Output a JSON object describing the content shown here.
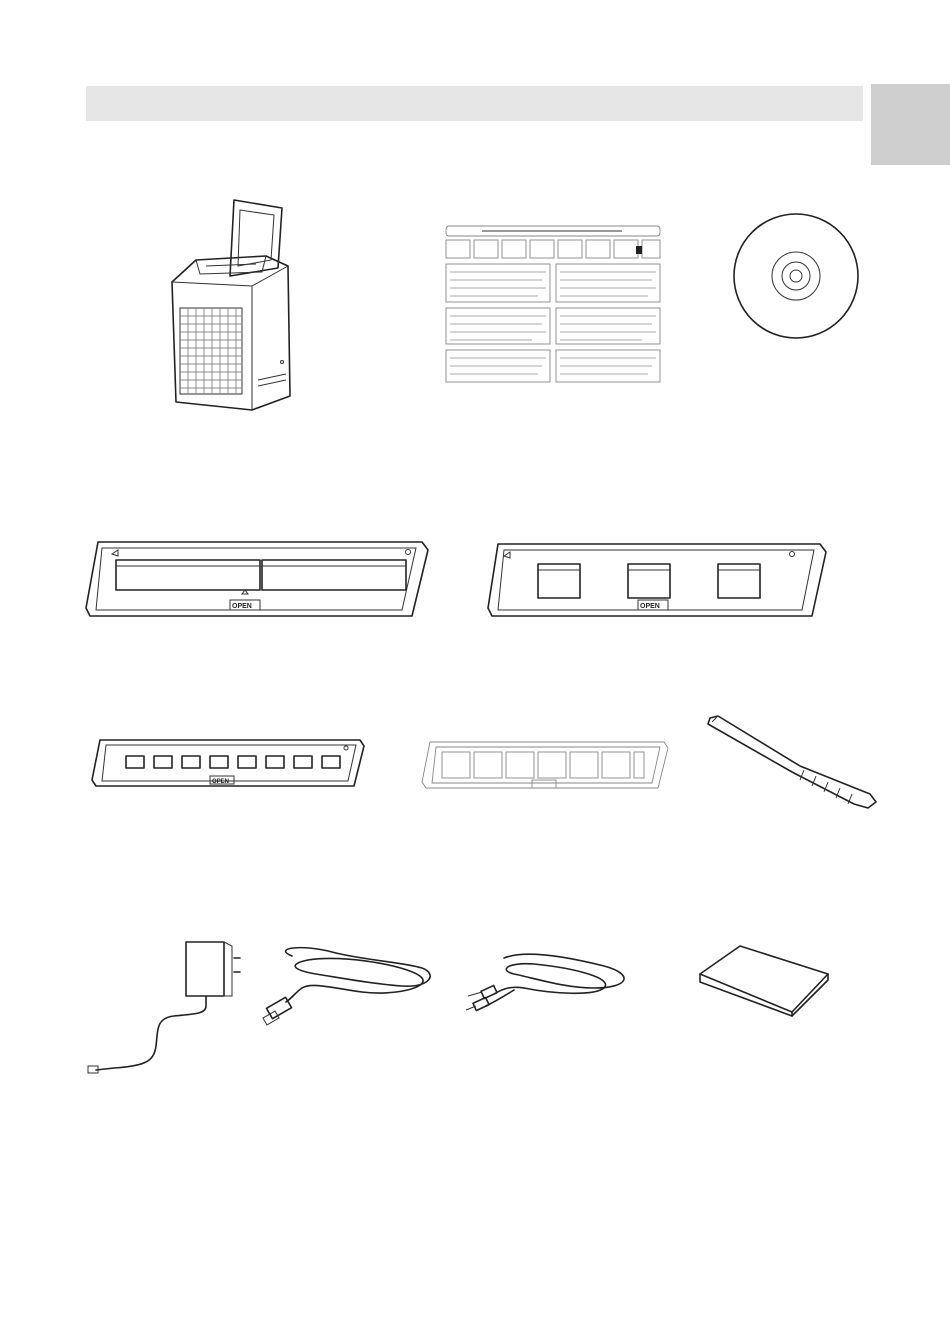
{
  "header": {
    "title": ""
  },
  "items": [
    {
      "id": "scanner",
      "icon": "film-scanner-icon"
    },
    {
      "id": "guide",
      "icon": "quick-start-guide-icon"
    },
    {
      "id": "cd",
      "icon": "cd-rom-icon"
    },
    {
      "id": "holder-negative",
      "icon": "negative-film-holder-icon",
      "tab_label": "OPEN"
    },
    {
      "id": "holder-slide",
      "icon": "slide-holder-icon",
      "tab_label": "OPEN"
    },
    {
      "id": "holder-110",
      "icon": "110-film-holder-icon",
      "tab_label": "OPEN"
    },
    {
      "id": "holder-126",
      "icon": "126-film-holder-icon"
    },
    {
      "id": "brush",
      "icon": "cleaning-brush-icon"
    },
    {
      "id": "adapter",
      "icon": "ac-adapter-icon"
    },
    {
      "id": "usb-cable",
      "icon": "usb-cable-icon"
    },
    {
      "id": "tv-cable",
      "icon": "tv-cable-icon"
    },
    {
      "id": "cleaning-pad",
      "icon": "cleaning-pad-icon"
    }
  ]
}
